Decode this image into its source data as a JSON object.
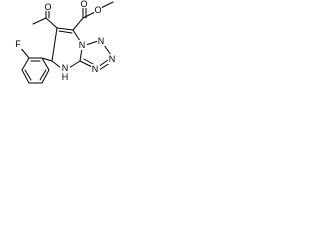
{
  "structure": {
    "kind": "chemical-structure-diagram",
    "atom_labels": {
      "methoxy_oxygen": "O",
      "ester_carbonyl_oxygen": "O",
      "acetyl_oxygen": "O",
      "ring_nitrogen_bridge": "N",
      "tetrazole_n1": "N",
      "tetrazole_n2": "N",
      "tetrazole_n3": "N",
      "amine_nh": "N",
      "amine_h": "H",
      "fluorine": "F"
    },
    "colors": {
      "bonds": "#000000",
      "labels": "#000000",
      "background": "#ffffff"
    }
  }
}
